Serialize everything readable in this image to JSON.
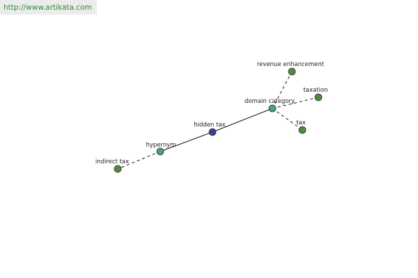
{
  "banner": {
    "url": "http://www.artikata.com"
  },
  "colors": {
    "center": "#3b3f8f",
    "relation": "#4f9a8f",
    "leaf": "#4f8a3f"
  },
  "graph": {
    "nodes": {
      "hidden_tax": "hidden tax",
      "hypernym": "hypernym",
      "indirect_tax": "indirect tax",
      "domain_category": "domain category",
      "revenue_enhancement": "revenue enhancement",
      "taxation": "taxation",
      "tax": "tax"
    }
  }
}
